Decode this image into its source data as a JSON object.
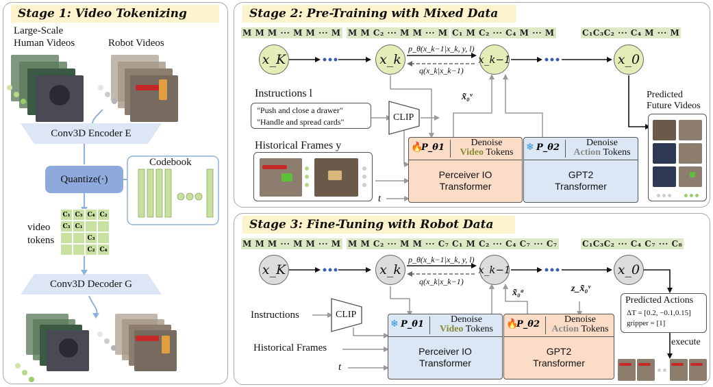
{
  "stage1": {
    "title": "Stage 1: Video Tokenizing",
    "human_videos": "Large-Scale\nHuman Videos",
    "robot_videos": "Robot Videos",
    "encoder": "Conv3D Encoder E",
    "quantize": "Quantize(·)",
    "codebook": "Codebook",
    "video_tokens": "video\ntokens",
    "decoder": "Conv3D Decoder G",
    "grid_tokens": [
      "C₁",
      "C₃",
      "C₄",
      "C₂",
      "C₃",
      "C₁",
      "",
      "",
      "",
      "",
      "C₃",
      "",
      "",
      "",
      "C₂",
      "C₄"
    ]
  },
  "stage2": {
    "title": "Stage 2: Pre-Training with Mixed Data",
    "tokens_k_big": "M M M ··· M M ··· M",
    "tokens_k": "M M C₂ ··· M M ··· M",
    "tokens_km1": "C₁ M C₂ ··· C₄ M ··· M",
    "tokens_0": "C₁C₃C₂ ··· C₄ M ··· M",
    "node_K": "x_K",
    "node_k": "x_k",
    "node_km1": "x_k−1",
    "node_0": "x_0",
    "p_theta": "p_θ(x_k−1|x_k, y, l)",
    "q": "q(x_k|x_k−1)",
    "x0v": "x̃₀ᵛ",
    "instructions_label": "Instructions l",
    "instr1": "\"Push and close a drawer\"",
    "instr2": "\"Handle and spread cards\"",
    "clip": "CLIP",
    "hist_label": "Historical Frames y",
    "t": "t",
    "p1": "P_θ1",
    "p2": "P_θ2",
    "denoise1_a": "Denoise",
    "denoise1_b": "Video",
    "denoise1_c": " Tokens",
    "denoise2_a": "Denoise",
    "denoise2_b": "Action",
    "denoise2_c": " Tokens",
    "perceiver": "Perceiver IO\nTransformer",
    "gpt2": "GPT2\nTransformer",
    "predicted": "Predicted\nFuture Videos"
  },
  "stage3": {
    "title": "Stage 3: Fine-Tuning with Robot Data",
    "tokens_K": "M M M ··· M M ··· M",
    "tokens_k": "M M C₂ ··· M M ··· C₇",
    "tokens_km1": "C₁ M C₂ ··· C₄ C₇ ··· C₇",
    "tokens_0": "C₁C₃C₂ ··· C₄ C₇ ··· C₈",
    "p_theta": "p_θ(x_k−1|x_k, y, l)",
    "q": "q(x_k|x_k−1)",
    "x0a": "x̃₀ᵃ",
    "z": "z_x̃₀ᵛ",
    "instructions": "Instructions",
    "clip": "CLIP",
    "hist": "Historical Frames",
    "t": "t",
    "denoise1_b": "Video",
    "denoise2_b": "Action",
    "perceiver": "Perceiver IO\nTransformer",
    "gpt2": "GPT2\nTransformer",
    "pred_actions": "Predicted Actions",
    "delta": "ΔT = [0.2, −0.1,0.15]",
    "gripper": "gripper = [1]",
    "execute": "execute"
  },
  "colors": {
    "node_green": "#e4edb8",
    "node_gray": "#dcdcdc",
    "block_orange": "#fbdcc7",
    "block_blue": "#dbe7f5",
    "token_green": "#dde9c6",
    "quantize": "#8ea9db",
    "encoder": "#dde6f4"
  }
}
